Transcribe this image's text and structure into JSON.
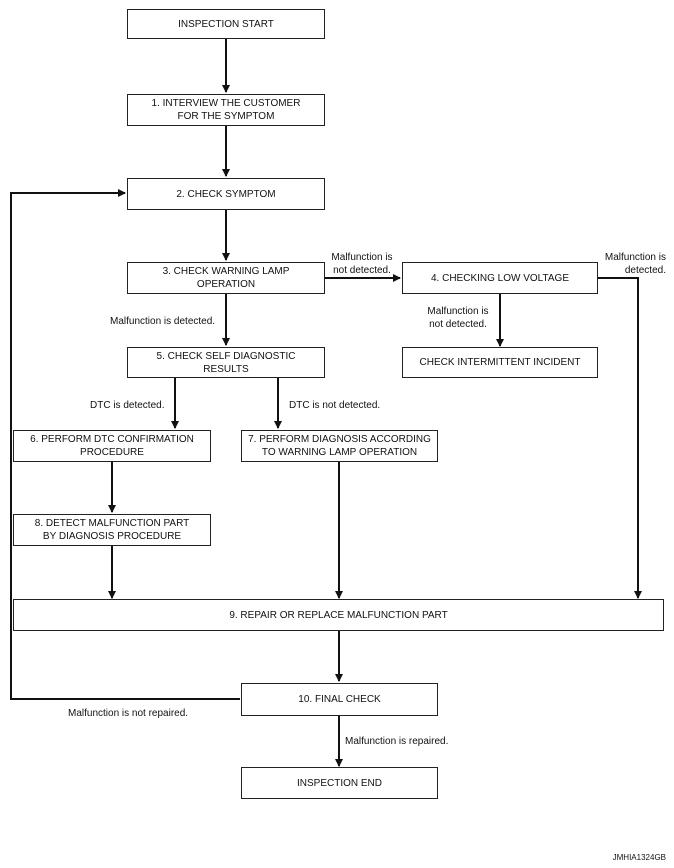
{
  "nodes": {
    "start": "INSPECTION START",
    "step1": "1. INTERVIEW THE CUSTOMER\nFOR THE SYMPTOM",
    "step2": "2. CHECK SYMPTOM",
    "step3": "3. CHECK WARNING LAMP\nOPERATION",
    "step4": "4. CHECKING LOW VOLTAGE",
    "intermittent": "CHECK INTERMITTENT INCIDENT",
    "step5": "5. CHECK SELF DIAGNOSTIC\nRESULTS",
    "step6": "6. PERFORM DTC CONFIRMATION\nPROCEDURE",
    "step7": "7. PERFORM DIAGNOSIS ACCORDING\nTO WARNING LAMP OPERATION",
    "step8": "8. DETECT MALFUNCTION PART\nBY DIAGNOSIS PROCEDURE",
    "step9": "9. REPAIR OR REPLACE MALFUNCTION PART",
    "step10": "10. FINAL CHECK",
    "end": "INSPECTION END"
  },
  "edge_labels": {
    "step3_to_step4": "Malfunction is\nnot detected.",
    "step4_to_step9": "Malfunction is\ndetected.",
    "step3_to_step5": "Malfunction is detected.",
    "step4_to_intermittent": "Malfunction is\nnot detected.",
    "step5_to_step6": "DTC is detected.",
    "step5_to_step7": "DTC is not detected.",
    "step10_loop": "Malfunction is not repaired.",
    "step10_to_end": "Malfunction is repaired."
  },
  "figure_id": "JMHIA1324GB"
}
